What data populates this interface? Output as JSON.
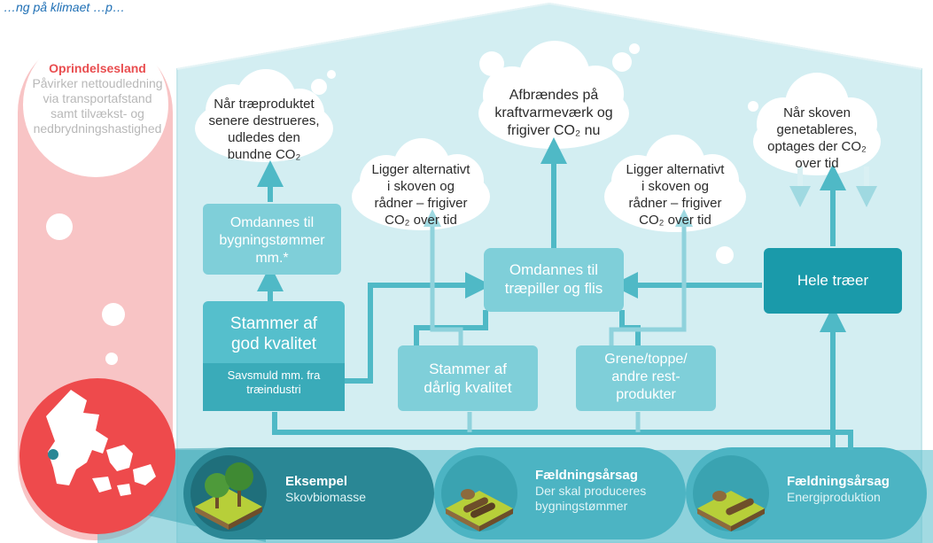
{
  "header": {
    "fragment": "…ng på klimaet …p…"
  },
  "origin": {
    "title": "Oprindelsesland",
    "body_lines": [
      "Påvirker nettoudledning",
      "via transportafstand",
      "samt tilvækst- og",
      "nedbrydningshastighed"
    ]
  },
  "clouds": {
    "destroyed": [
      "Når træproduktet",
      "senere destrueres,",
      "udledes den",
      "bundne CO₂"
    ],
    "burned": [
      "Afbrændes på",
      "kraftvarmeværk og",
      "frigiver CO₂ nu"
    ],
    "forest_regrow": [
      "Når skoven",
      "genetableres,",
      "optages der CO₂",
      "over tid"
    ],
    "rot_left": [
      "Ligger alternativt",
      "i skoven og",
      "rådner – frigiver",
      "CO₂ over tid"
    ],
    "rot_right": [
      "Ligger alternativt",
      "i skoven og",
      "rådner – frigiver",
      "CO₂ over tid"
    ]
  },
  "boxes": {
    "building_timber": [
      "Omdannes til",
      "bygningstømmer",
      "mm.*"
    ],
    "good_stems": [
      "Stammer af",
      "god kvalitet"
    ],
    "sawdust": [
      "Savsmuld mm. fra",
      "træindustri"
    ],
    "pellets": [
      "Omdannes til",
      "træpiller og flis"
    ],
    "poor_stems": [
      "Stammer af",
      "dårlig kvalitet"
    ],
    "branches": [
      "Grene/toppe/",
      "andre rest-",
      "produkter"
    ],
    "whole_trees": [
      "Hele træer"
    ]
  },
  "pills": {
    "example": {
      "title": "Eksempel",
      "body": [
        "Skovbiomasse"
      ]
    },
    "felling_building": {
      "title": "Fældningsårsag",
      "body": [
        "Der skal produceres",
        "bygningstømmer"
      ]
    },
    "felling_energy": {
      "title": "Fældningsårsag",
      "body": [
        "Energiproduktion"
      ]
    }
  },
  "colors": {
    "house_bg": "#d3eef2",
    "light_box": "#7fcfd9",
    "mid_box": "#55bfcc",
    "dark_box": "#1a9aaa",
    "arrow": "#4fb9c6",
    "red": "#ee4a4c",
    "pink": "#f8c4c5",
    "pill_dark": "#2a8795",
    "pill_mid": "#4cb4c3"
  },
  "icons": [
    "denmark-map-icon",
    "forest-tile-icon",
    "log-pile-tile-icon",
    "log-stump-tile-icon"
  ]
}
